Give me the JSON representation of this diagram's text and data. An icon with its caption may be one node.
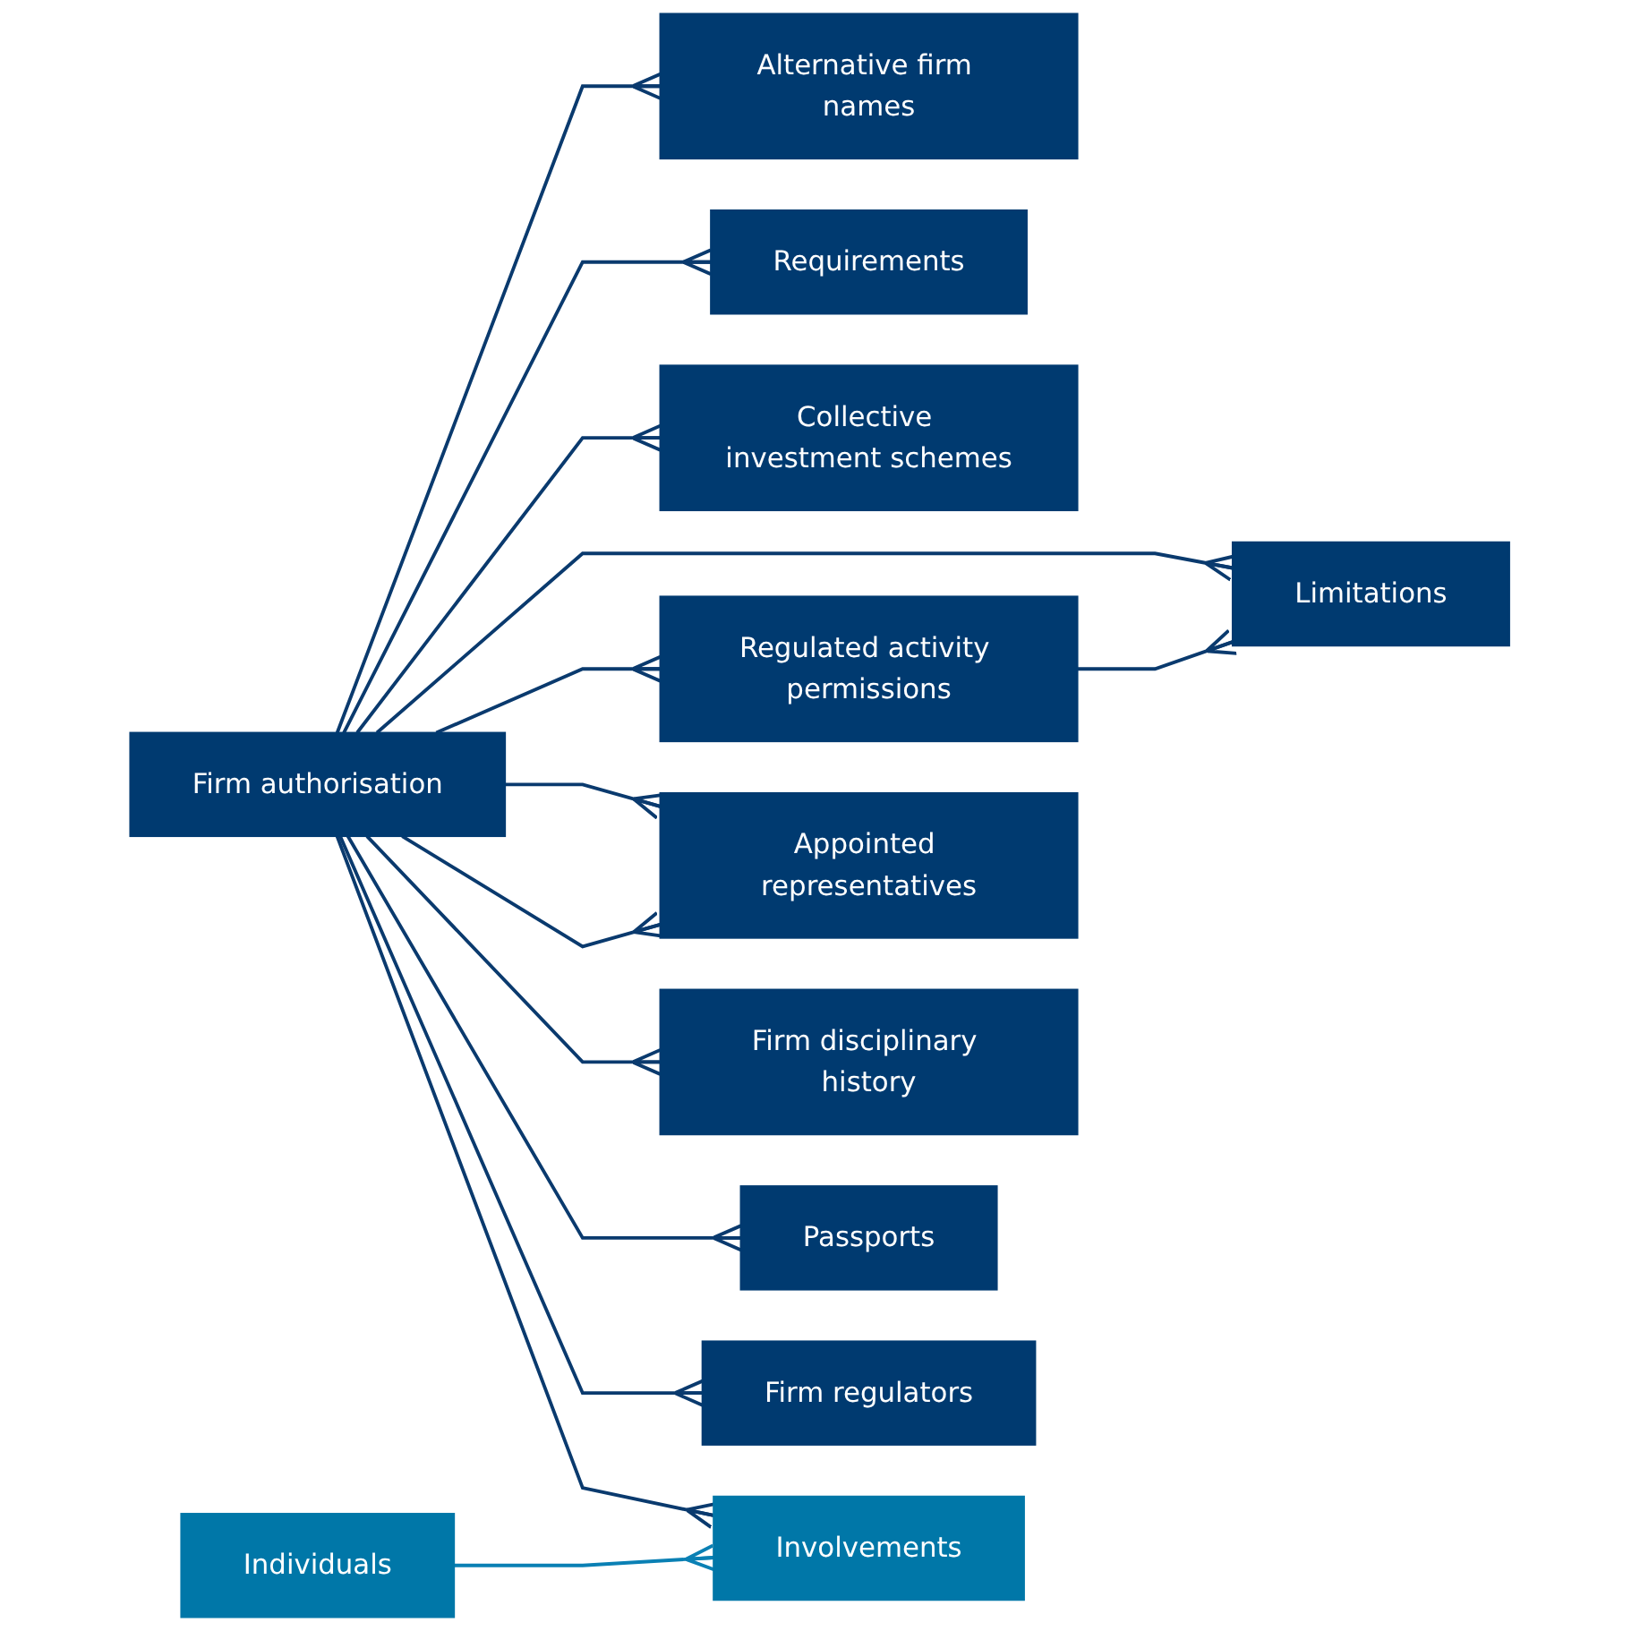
{
  "diagram": {
    "nodes": [
      {
        "text": [
          "Alternative firm names"
        ]
      },
      {
        "text": [
          "Requirements"
        ]
      },
      {
        "text": [
          "Collective investment schemes"
        ]
      },
      {
        "text": [
          "Limitations"
        ]
      },
      {
        "text": [
          "Regulated activity permissions"
        ]
      },
      {
        "text": [
          "Individuals"
        ]
      },
      {
        "text": [
          "Firm authorisation"
        ]
      },
      {
        "text": [
          "Appointed representatives"
        ]
      },
      {
        "text": [
          "Firm disciplinary history"
        ]
      },
      {
        "text": [
          "Passports"
        ]
      },
      {
        "text": [
          "Firm regulators"
        ]
      },
      {
        "text": [
          "Involvements"
        ]
      }
    ],
    "edges": [
      {
        "from": 6,
        "to": 0,
        "arrow": "other"
      },
      {
        "from": 6,
        "to": 1,
        "arrow": "other"
      },
      {
        "from": 6,
        "to": 2,
        "arrow": "other"
      },
      {
        "from": 6,
        "to": 3,
        "arrow": "other"
      },
      {
        "from": 4,
        "to": 3,
        "arrow": "other"
      },
      {
        "from": 6,
        "to": 4,
        "arrow": "other"
      },
      {
        "from": 6,
        "to": 7,
        "arrow": "other"
      },
      {
        "from": 6,
        "to": 7,
        "arrow": "other"
      },
      {
        "from": 6,
        "to": 8,
        "arrow": "other"
      },
      {
        "from": 6,
        "to": 9,
        "arrow": "other"
      },
      {
        "from": 6,
        "to": 10,
        "arrow": "other"
      },
      {
        "from": 6,
        "to": 11,
        "arrow": "other"
      },
      {
        "from": 5,
        "to": 11,
        "arrow": "other",
        "color": "#0a80b4"
      }
    ]
  }
}
